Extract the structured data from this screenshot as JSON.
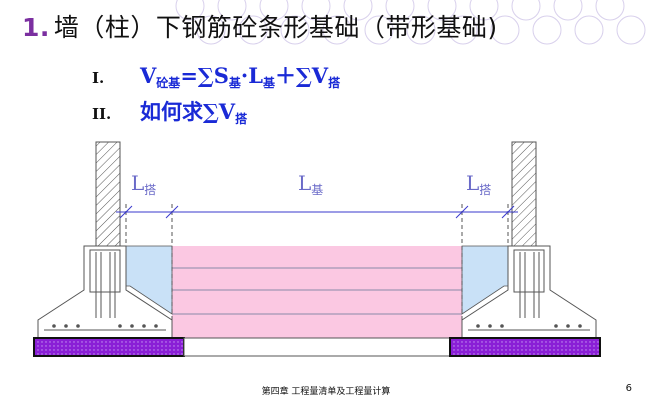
{
  "slide": {
    "title_number": "1.",
    "title_text": "墙（柱）下钢筋砼条形基础（带形基础)",
    "items": [
      {
        "roman": "I.",
        "formula_parts": [
          "V",
          "砼基",
          "=∑S",
          "基",
          "·L",
          "基",
          "＋∑V",
          "搭"
        ]
      },
      {
        "roman": "II.",
        "formula_parts": [
          "如何求∑V",
          "搭"
        ]
      }
    ],
    "diagram": {
      "label_left": [
        "L",
        "搭"
      ],
      "label_center": [
        "L",
        "基"
      ],
      "label_right": [
        "L",
        "搭"
      ]
    },
    "footer": "第四章 工程量清单及工程量计算",
    "page_number": "6"
  }
}
